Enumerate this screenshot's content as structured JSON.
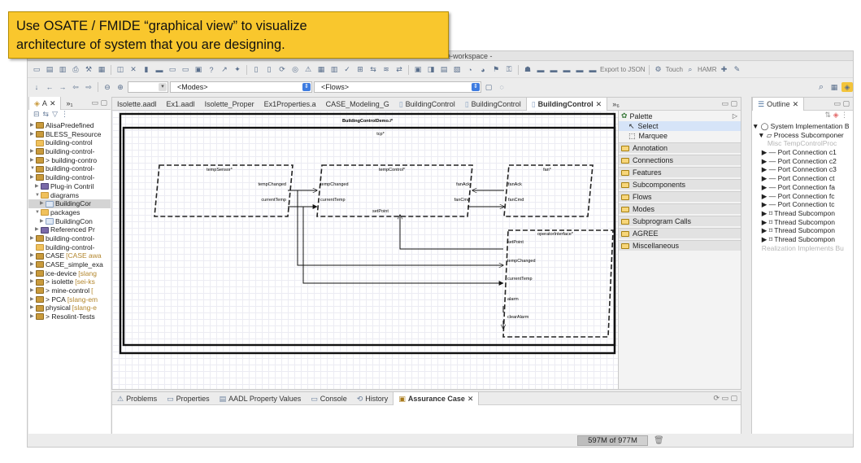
{
  "callout": {
    "line1": "Use OSATE / FMIDE “graphical view” to visualize",
    "line2": "architecture of system that you are designing."
  },
  "window": {
    "title": "e-workspace -"
  },
  "toolbar": {
    "export_json": "Export to JSON",
    "touch": "Touch",
    "hamr": "HAMR",
    "modes_combo": "<Modes>",
    "flows_combo": "<Flows>"
  },
  "explorer": {
    "tab_label": "A",
    "tab_extra": "»₁",
    "items": [
      {
        "label": "AlisaPredefined",
        "icon": "proj",
        "extra": ""
      },
      {
        "label": "BLESS_Resource",
        "icon": "proj",
        "extra": ""
      },
      {
        "label": "building-control",
        "icon": "folder",
        "extra": ""
      },
      {
        "label": "building-control-",
        "icon": "proj",
        "extra": ""
      },
      {
        "label": "> building-contro",
        "icon": "proj",
        "extra": ""
      },
      {
        "label": "building-control-",
        "icon": "proj",
        "extra": ""
      },
      {
        "label": "building-control-",
        "icon": "proj",
        "extra": ""
      },
      {
        "label": "Plug-in Contril",
        "icon": "lib",
        "extra": ""
      },
      {
        "label": "diagrams",
        "icon": "folder",
        "extra": ""
      },
      {
        "label": "BuildingCor",
        "icon": "file",
        "extra": ""
      },
      {
        "label": "packages",
        "icon": "folder",
        "extra": ""
      },
      {
        "label": "BuildingCon",
        "icon": "file",
        "extra": ""
      },
      {
        "label": "Referenced Pr",
        "icon": "lib",
        "extra": ""
      },
      {
        "label": "building-control-",
        "icon": "proj",
        "extra": ""
      },
      {
        "label": "building-control-",
        "icon": "folder",
        "extra": ""
      },
      {
        "label": "CASE",
        "icon": "proj",
        "extra": "[CASE awa"
      },
      {
        "label": "CASE_simple_exa",
        "icon": "proj",
        "extra": ""
      },
      {
        "label": "ice-device",
        "icon": "proj",
        "extra": "[slang"
      },
      {
        "label": "> isolette",
        "icon": "proj",
        "extra": "[sei-ks"
      },
      {
        "label": "> mine-control",
        "icon": "proj",
        "extra": "["
      },
      {
        "label": "> PCA",
        "icon": "proj",
        "extra": "[slang-em"
      },
      {
        "label": "physical",
        "icon": "proj",
        "extra": "[slang-e"
      },
      {
        "label": "> Resolint-Tests",
        "icon": "proj",
        "extra": ""
      }
    ]
  },
  "editor": {
    "tabs": [
      "Isolette.aadl",
      "Ex1.aadl",
      "Isolette_Proper",
      "Ex1Properties.a",
      "CASE_Modeling_G",
      "BuildingControl",
      "BuildingControl",
      "BuildingControl",
      "»₆"
    ],
    "active_tab": 7
  },
  "diagram": {
    "title": "BuildingControlDemo.i*",
    "top": "tcp*",
    "temp_sensor": "tempSensor*",
    "temp_control": "tempControl*",
    "fan": "fan*",
    "operator_interface": "operatorInterface*",
    "ports": {
      "temp_changed": "tempChanged",
      "current_temp": "currentTemp",
      "fan_ack": "fanAck",
      "fan_cmd": "fanCmd",
      "set_point": "setPoint",
      "alarm": "alarm",
      "clear_alarm": "clearAlarm"
    }
  },
  "palette": {
    "title": "Palette",
    "tools": [
      "Select",
      "Marquee"
    ],
    "drawers": [
      "Annotation",
      "Connections",
      "Features",
      "Subcomponents",
      "Flows",
      "Modes",
      "Subprogram Calls",
      "AGREE",
      "Miscellaneous"
    ]
  },
  "outline": {
    "tab_label": "Outline",
    "items": [
      {
        "label": "▼ ◯ System Implementation B",
        "grey": false
      },
      {
        "label": "   ▼ ▱ Process Subcomponer",
        "grey": false
      },
      {
        "label": "        Misc TempControlProc",
        "grey": true
      },
      {
        "label": "     ▶ — Port Connection c1",
        "grey": false
      },
      {
        "label": "     ▶ — Port Connection c2",
        "grey": false
      },
      {
        "label": "     ▶ — Port Connection c3",
        "grey": false
      },
      {
        "label": "     ▶ — Port Connection ct",
        "grey": false
      },
      {
        "label": "     ▶ — Port Connection fa",
        "grey": false
      },
      {
        "label": "     ▶ — Port Connection fc",
        "grey": false
      },
      {
        "label": "     ▶ — Port Connection tc",
        "grey": false
      },
      {
        "label": "     ▶ ⌑ Thread Subcompon",
        "grey": false
      },
      {
        "label": "     ▶ ⌑ Thread Subcompon",
        "grey": false
      },
      {
        "label": "     ▶ ⌑ Thread Subcompon",
        "grey": false
      },
      {
        "label": "     ▶ ⌑ Thread Subcompon",
        "grey": false
      },
      {
        "label": "     Realization Implements Bu",
        "grey": true
      }
    ]
  },
  "bottom": {
    "tabs": [
      "Problems",
      "Properties",
      "AADL Property Values",
      "Console",
      "History",
      "Assurance Case"
    ]
  },
  "status": {
    "heap": "597M of 977M",
    "heap_used_fraction": 0.61
  }
}
